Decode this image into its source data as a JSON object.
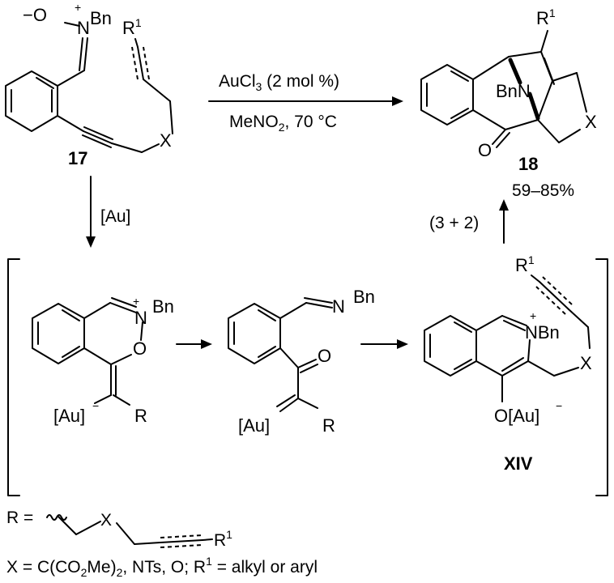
{
  "compounds": {
    "c17": {
      "number": "17",
      "n_plus": "+",
      "o_minus": "−O",
      "n": "N",
      "bn": "Bn",
      "r1": "R",
      "r1_sup": "1",
      "x": "X"
    },
    "c18": {
      "number": "18",
      "r1": "R",
      "r1_sup": "1",
      "bnn": "BnN",
      "o": "O",
      "x": "X"
    },
    "int1": {
      "n_plus": "+",
      "n": "N",
      "bn": "Bn",
      "o": "O",
      "au": "[Au]",
      "au_charge": "−",
      "r": "R"
    },
    "int2": {
      "n": "N",
      "bn": "Bn",
      "o": "O",
      "au": "[Au]",
      "r": "R"
    },
    "xiv": {
      "label": "XIV",
      "r1": "R",
      "r1_sup": "1",
      "n_plus": "+",
      "nbn": "NBn",
      "x": "X",
      "oau": "O[Au]",
      "au_charge": "−"
    }
  },
  "arrows": {
    "main": {
      "reagent_pre": "AuCl",
      "reagent_sub": "3",
      "reagent_post": " (2 mol %)",
      "conditions_pre": "MeNO",
      "conditions_sub": "2",
      "conditions_post": ", 70 °C"
    },
    "gold": {
      "label": "[Au]"
    },
    "cyclo": {
      "label": "(3 + 2)"
    },
    "yield": {
      "label": "59–85%"
    }
  },
  "legend": {
    "r_def": {
      "prefix": "R =",
      "x": "X",
      "r1": "R",
      "r1_sup": "1"
    },
    "x_def": {
      "p1": "X = C(CO",
      "sub1": "2",
      "p2": "Me)",
      "sub2": "2",
      "p3": ", NTs, O; R",
      "sup": "1",
      "p4": " = alkyl or aryl"
    }
  }
}
